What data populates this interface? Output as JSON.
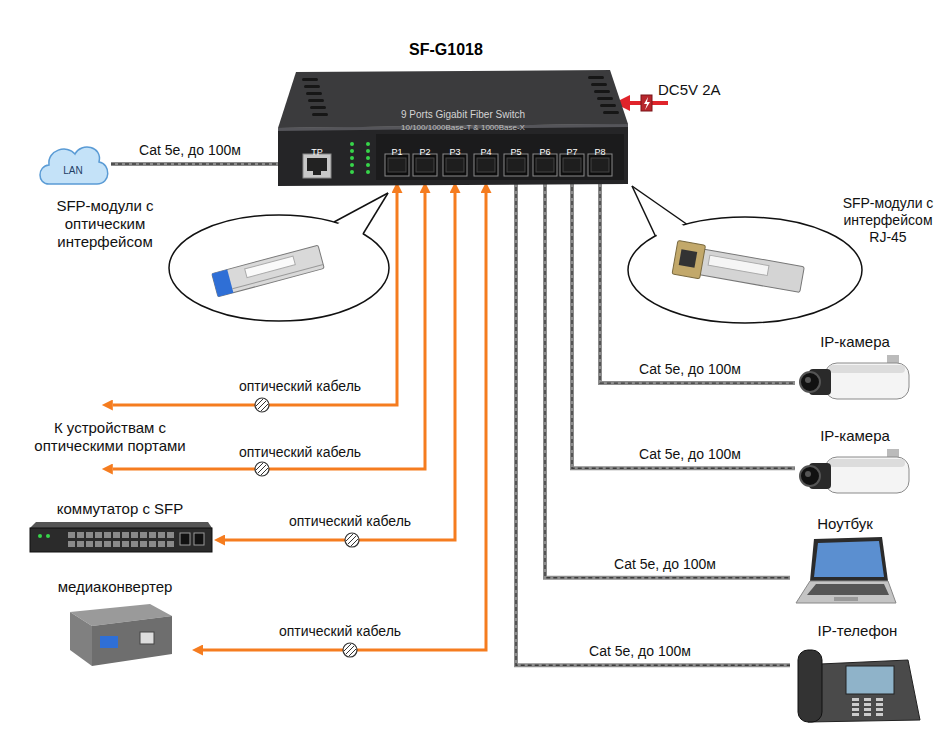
{
  "diagram": {
    "nodes": [
      {
        "text": [
          "SF-G1018",
          "9 Ports Gigabit Fiber Switch",
          "10/100/1000Base-T & 1000Base-X"
        ]
      },
      {
        "text": [
          "TP"
        ],
        "in": 0
      },
      {
        "text": [
          "P1"
        ],
        "in": 0
      },
      {
        "text": [
          "P2"
        ],
        "in": 0
      },
      {
        "text": [
          "P3"
        ],
        "in": 0
      },
      {
        "text": [
          "P4"
        ],
        "in": 0
      },
      {
        "text": [
          "P5"
        ],
        "in": 0
      },
      {
        "text": [
          "P6"
        ],
        "in": 0
      },
      {
        "text": [
          "P7"
        ],
        "in": 0
      },
      {
        "text": [
          "P8"
        ],
        "in": 0
      },
      {
        "text": [
          "LAN"
        ]
      },
      {
        "text": [
          "SFP-модули с оптическим интерфейсом"
        ]
      },
      {
        "text": [
          "SFP-модули с интерфейсом RJ-45"
        ]
      },
      {
        "text": [
          "IP-камера"
        ]
      },
      {
        "text": [
          "К устройствам с оптическими портами"
        ]
      },
      {
        "text": [
          "IP-камера"
        ]
      },
      {
        "text": [
          "коммутатор с SFP"
        ]
      },
      {
        "text": [
          "Ноутбук"
        ]
      },
      {
        "text": [
          "медиаконвертер"
        ]
      },
      {
        "text": [
          "IP-телефон"
        ]
      }
    ],
    "edges": [
      {
        "from": 10,
        "to": 1,
        "label": "Cat 5e, до 100м",
        "arrow": "none"
      },
      {
        "from": 2,
        "to": 14,
        "label": "оптический кабель",
        "arrow": "both"
      },
      {
        "from": 3,
        "to": 14,
        "label": "оптический кабель",
        "arrow": "both"
      },
      {
        "from": 4,
        "to": 16,
        "label": "оптический кабель",
        "arrow": "both"
      },
      {
        "from": 5,
        "to": 18,
        "label": "оптический кабель",
        "arrow": "both"
      },
      {
        "from": 6,
        "to": 19,
        "label": "Cat 5e, до 100м",
        "arrow": "none"
      },
      {
        "from": 7,
        "to": 17,
        "label": "Cat 5e, до 100м",
        "arrow": "none"
      },
      {
        "from": 8,
        "to": 15,
        "label": "Cat 5e, до 100м",
        "arrow": "none"
      },
      {
        "from": 9,
        "to": 13,
        "label": "Cat 5e, до 100м",
        "arrow": "none"
      }
    ],
    "labels": [
      "DC5V 2A"
    ]
  }
}
